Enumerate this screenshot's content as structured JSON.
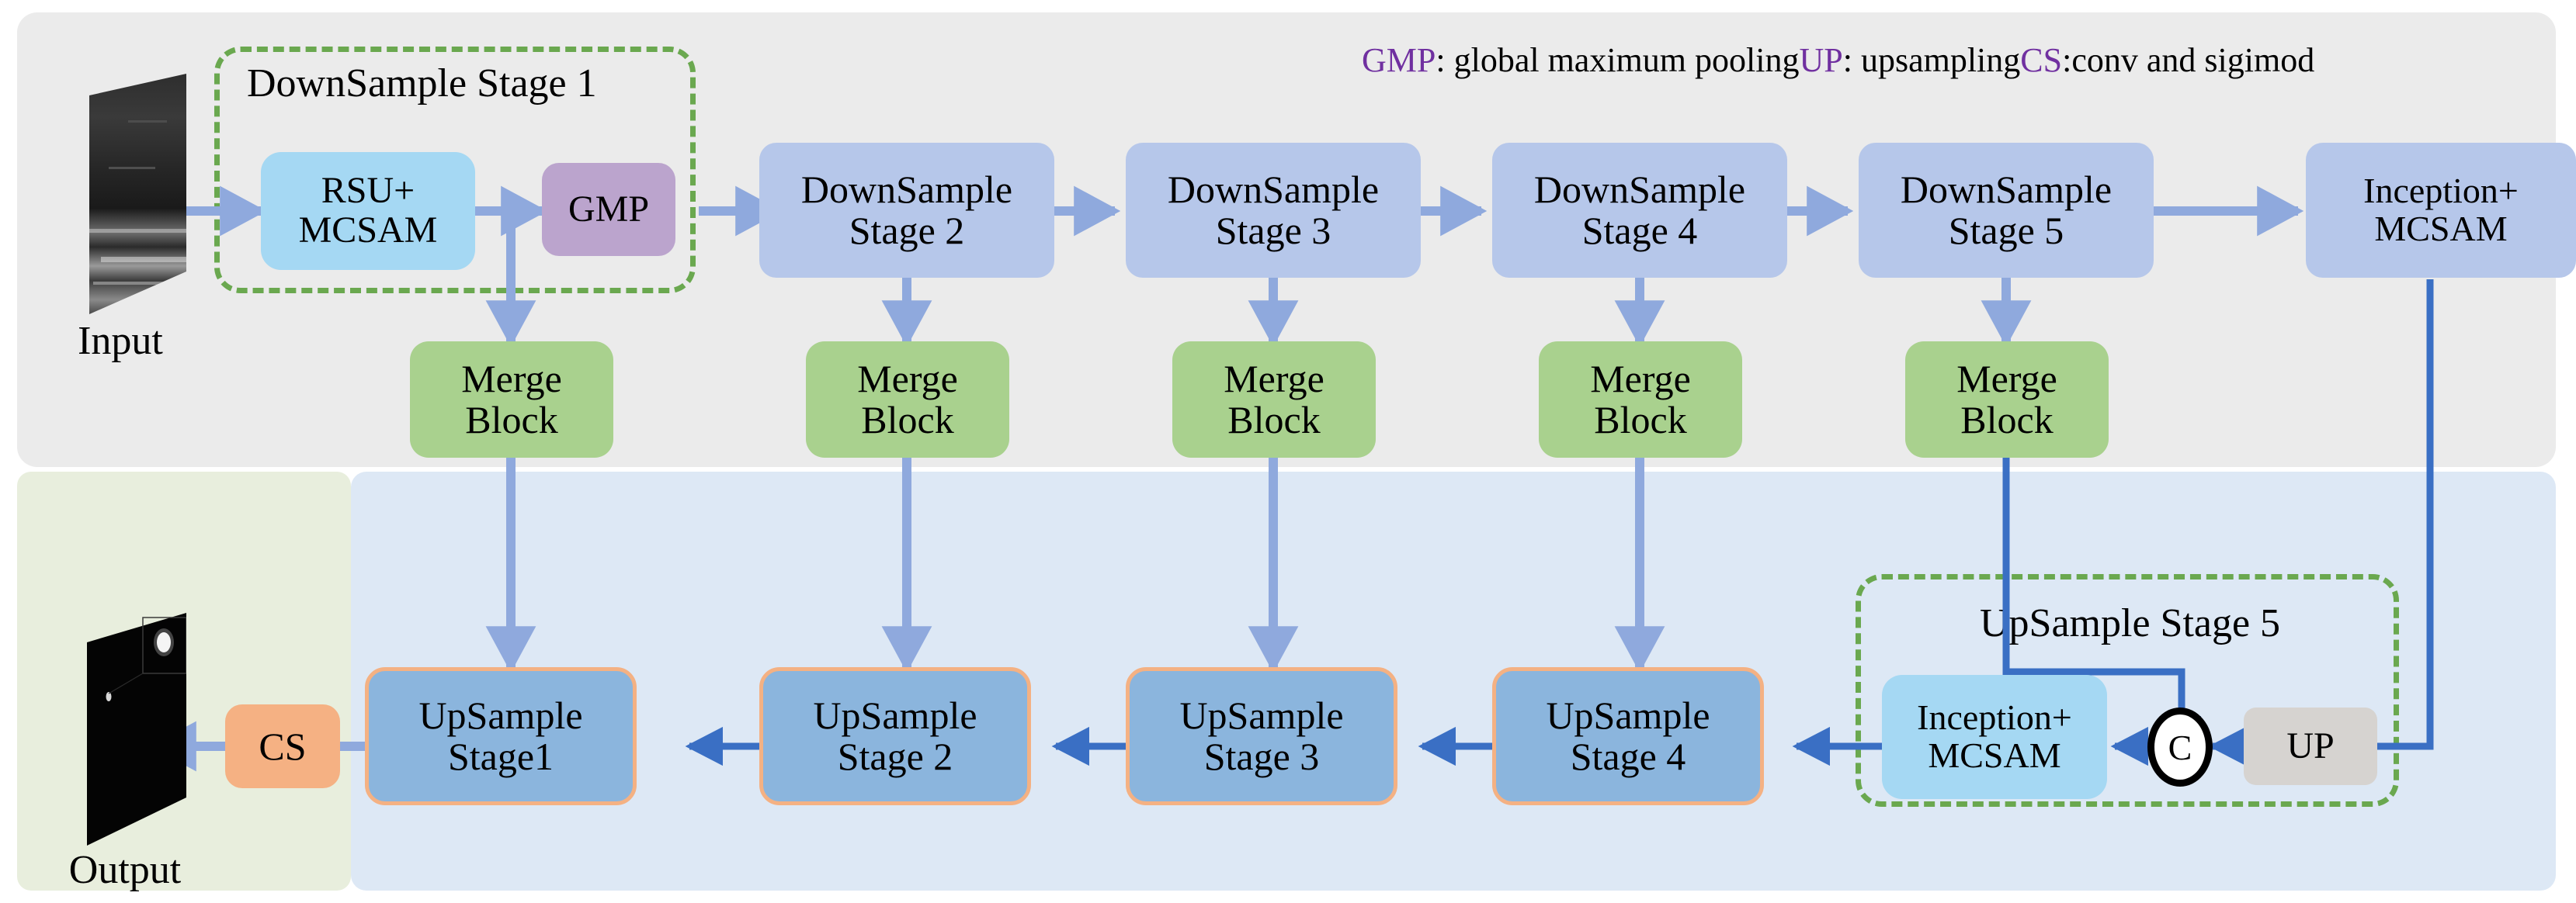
{
  "legend": {
    "gmp_abbr": "GMP",
    "gmp_text": ": global maximum pooling",
    "up_abbr": "UP",
    "up_text": ": upsampling",
    "cs_abbr": "CS",
    "cs_text": ":conv and sigimod",
    "accent_color": "#7030a0"
  },
  "io": {
    "input_label": "Input",
    "output_label": "Output"
  },
  "encoder": {
    "stage1_group_label": "DownSample Stage 1",
    "rsu_line1": "RSU+",
    "rsu_line2": "MCSAM",
    "gmp_label": "GMP",
    "stages": [
      {
        "line1": "DownSample",
        "line2": "Stage 2"
      },
      {
        "line1": "DownSample",
        "line2": "Stage 3"
      },
      {
        "line1": "DownSample",
        "line2": "Stage 4"
      },
      {
        "line1": "DownSample",
        "line2": "Stage 5"
      }
    ],
    "bottleneck_line1": "Inception+",
    "bottleneck_line2": "MCSAM"
  },
  "merge": {
    "line1": "Merge",
    "line2": "Block",
    "count": 5
  },
  "decoder": {
    "stage5_group_label": "UpSample Stage 5",
    "stages": [
      {
        "line1": "UpSample",
        "line2": "Stage1"
      },
      {
        "line1": "UpSample",
        "line2": "Stage 2"
      },
      {
        "line1": "UpSample",
        "line2": "Stage 3"
      },
      {
        "line1": "UpSample",
        "line2": "Stage 4"
      }
    ],
    "incep_line1": "Inception+",
    "incep_line2": "MCSAM",
    "concat_label": "C",
    "up_label": "UP",
    "cs_label": "CS"
  },
  "colors": {
    "panel_top": "#ebebeb",
    "panel_green": "#e8eedd",
    "panel_blue": "#dde8f5",
    "downsample_box": "#b6c7ea",
    "rsu_box": "#a5d8f3",
    "gmp_box": "#bba4cd",
    "merge_box": "#a9d18e",
    "upsample_box": "#8bb5dd",
    "upsample_border": "#f4b183",
    "up_box": "#d6d3d0",
    "cs_box": "#f5b183",
    "dashed_group": "#6aa84f",
    "arrow_light": "#8fa9dd",
    "arrow_dark": "#3a6fc4"
  }
}
